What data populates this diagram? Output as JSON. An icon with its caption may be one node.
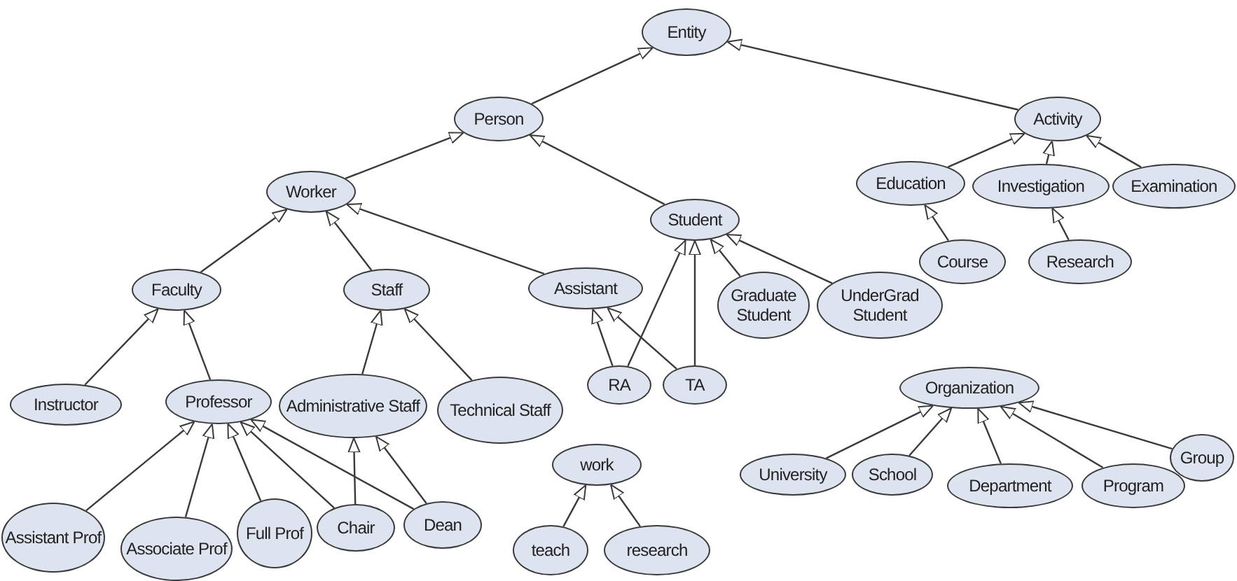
{
  "diagram": {
    "nodes": [
      {
        "text": [
          "Entity"
        ]
      },
      {
        "text": [
          "Person"
        ]
      },
      {
        "text": [
          "Activity"
        ]
      },
      {
        "text": [
          "Worker"
        ]
      },
      {
        "text": [
          "Student"
        ]
      },
      {
        "text": [
          "Education"
        ]
      },
      {
        "text": [
          "Investigation"
        ]
      },
      {
        "text": [
          "Examination"
        ]
      },
      {
        "text": [
          "Course"
        ]
      },
      {
        "text": [
          "Research"
        ]
      },
      {
        "text": [
          "Faculty"
        ]
      },
      {
        "text": [
          "Staff"
        ]
      },
      {
        "text": [
          "Assistant"
        ]
      },
      {
        "text": [
          "Graduate Student"
        ]
      },
      {
        "text": [
          "UnderGrad Student"
        ]
      },
      {
        "text": [
          "Instructor"
        ]
      },
      {
        "text": [
          "Professor"
        ]
      },
      {
        "text": [
          "Administrative Staff"
        ]
      },
      {
        "text": [
          "Technical Staff"
        ]
      },
      {
        "text": [
          "RA"
        ]
      },
      {
        "text": [
          "TA"
        ]
      },
      {
        "text": [
          "Organization"
        ]
      },
      {
        "text": [
          "work"
        ]
      },
      {
        "text": [
          "University"
        ]
      },
      {
        "text": [
          "School"
        ]
      },
      {
        "text": [
          "Department"
        ]
      },
      {
        "text": [
          "Program"
        ]
      },
      {
        "text": [
          "Group"
        ]
      },
      {
        "text": [
          "Assistant Prof"
        ]
      },
      {
        "text": [
          "Associate Prof"
        ]
      },
      {
        "text": [
          "Full Prof"
        ]
      },
      {
        "text": [
          "Chair"
        ]
      },
      {
        "text": [
          "Dean"
        ]
      },
      {
        "text": [
          "teach"
        ]
      },
      {
        "text": [
          "research"
        ]
      }
    ],
    "edges": [
      {
        "from": 1,
        "to": 0,
        "arrow": "to"
      },
      {
        "from": 2,
        "to": 0,
        "arrow": "to"
      },
      {
        "from": 3,
        "to": 1,
        "arrow": "to"
      },
      {
        "from": 4,
        "to": 1,
        "arrow": "to"
      },
      {
        "from": 5,
        "to": 2,
        "arrow": "to"
      },
      {
        "from": 6,
        "to": 2,
        "arrow": "to"
      },
      {
        "from": 7,
        "to": 2,
        "arrow": "to"
      },
      {
        "from": 8,
        "to": 5,
        "arrow": "to"
      },
      {
        "from": 9,
        "to": 6,
        "arrow": "to"
      },
      {
        "from": 10,
        "to": 3,
        "arrow": "to"
      },
      {
        "from": 11,
        "to": 3,
        "arrow": "to"
      },
      {
        "from": 12,
        "to": 3,
        "arrow": "to"
      },
      {
        "from": 13,
        "to": 4,
        "arrow": "to"
      },
      {
        "from": 14,
        "to": 4,
        "arrow": "to"
      },
      {
        "from": 19,
        "to": 4,
        "arrow": "to"
      },
      {
        "from": 20,
        "to": 4,
        "arrow": "to"
      },
      {
        "from": 19,
        "to": 12,
        "arrow": "to"
      },
      {
        "from": 20,
        "to": 12,
        "arrow": "to"
      },
      {
        "from": 15,
        "to": 10,
        "arrow": "to"
      },
      {
        "from": 16,
        "to": 10,
        "arrow": "to"
      },
      {
        "from": 17,
        "to": 11,
        "arrow": "to"
      },
      {
        "from": 18,
        "to": 11,
        "arrow": "to"
      },
      {
        "from": 23,
        "to": 21,
        "arrow": "to"
      },
      {
        "from": 24,
        "to": 21,
        "arrow": "to"
      },
      {
        "from": 25,
        "to": 21,
        "arrow": "to"
      },
      {
        "from": 26,
        "to": 21,
        "arrow": "to"
      },
      {
        "from": 27,
        "to": 21,
        "arrow": "to"
      },
      {
        "from": 28,
        "to": 16,
        "arrow": "to"
      },
      {
        "from": 29,
        "to": 16,
        "arrow": "to"
      },
      {
        "from": 30,
        "to": 16,
        "arrow": "to"
      },
      {
        "from": 31,
        "to": 16,
        "arrow": "to"
      },
      {
        "from": 32,
        "to": 16,
        "arrow": "to"
      },
      {
        "from": 31,
        "to": 17,
        "arrow": "to"
      },
      {
        "from": 32,
        "to": 17,
        "arrow": "to"
      },
      {
        "from": 33,
        "to": 22,
        "arrow": "to"
      },
      {
        "from": 34,
        "to": 22,
        "arrow": "to"
      }
    ]
  }
}
